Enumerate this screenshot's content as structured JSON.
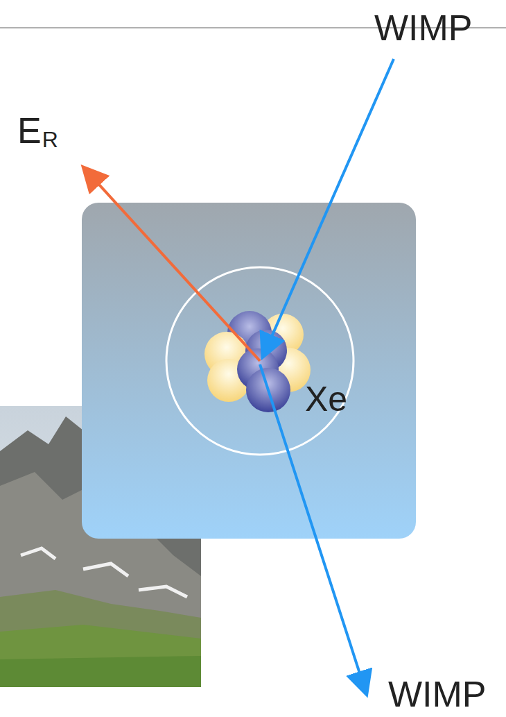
{
  "diagram": {
    "nodes": [
      {
        "text": [
          "Xe"
        ]
      }
    ],
    "labels": [
      "WIMP",
      "E",
      "R",
      "WIMP"
    ]
  }
}
